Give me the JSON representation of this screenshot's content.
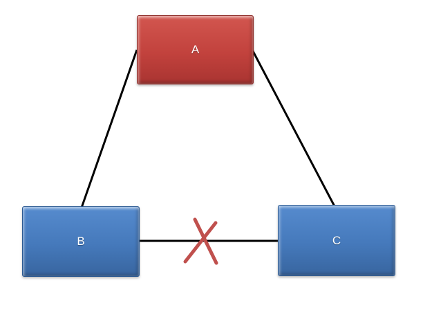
{
  "diagram": {
    "nodes": [
      {
        "id": "A",
        "label": "A",
        "fill": "#C0504D",
        "shape": "rounded-rectangle"
      },
      {
        "id": "B",
        "label": "B",
        "fill": "#4F81BD",
        "shape": "rounded-rectangle"
      },
      {
        "id": "C",
        "label": "C",
        "fill": "#4F81BD",
        "shape": "rounded-rectangle"
      }
    ],
    "edges": [
      {
        "from": "A",
        "to": "B",
        "status": "connected"
      },
      {
        "from": "A",
        "to": "C",
        "status": "connected"
      },
      {
        "from": "B",
        "to": "C",
        "status": "blocked"
      }
    ],
    "colors": {
      "node_a_fill": "#C0504D",
      "node_b_fill": "#4F81BD",
      "node_c_fill": "#4F81BD",
      "edge_line": "#000000",
      "x_mark": "#C0504D",
      "label_text": "#FFFFFF",
      "background": "#FFFFFF"
    }
  }
}
